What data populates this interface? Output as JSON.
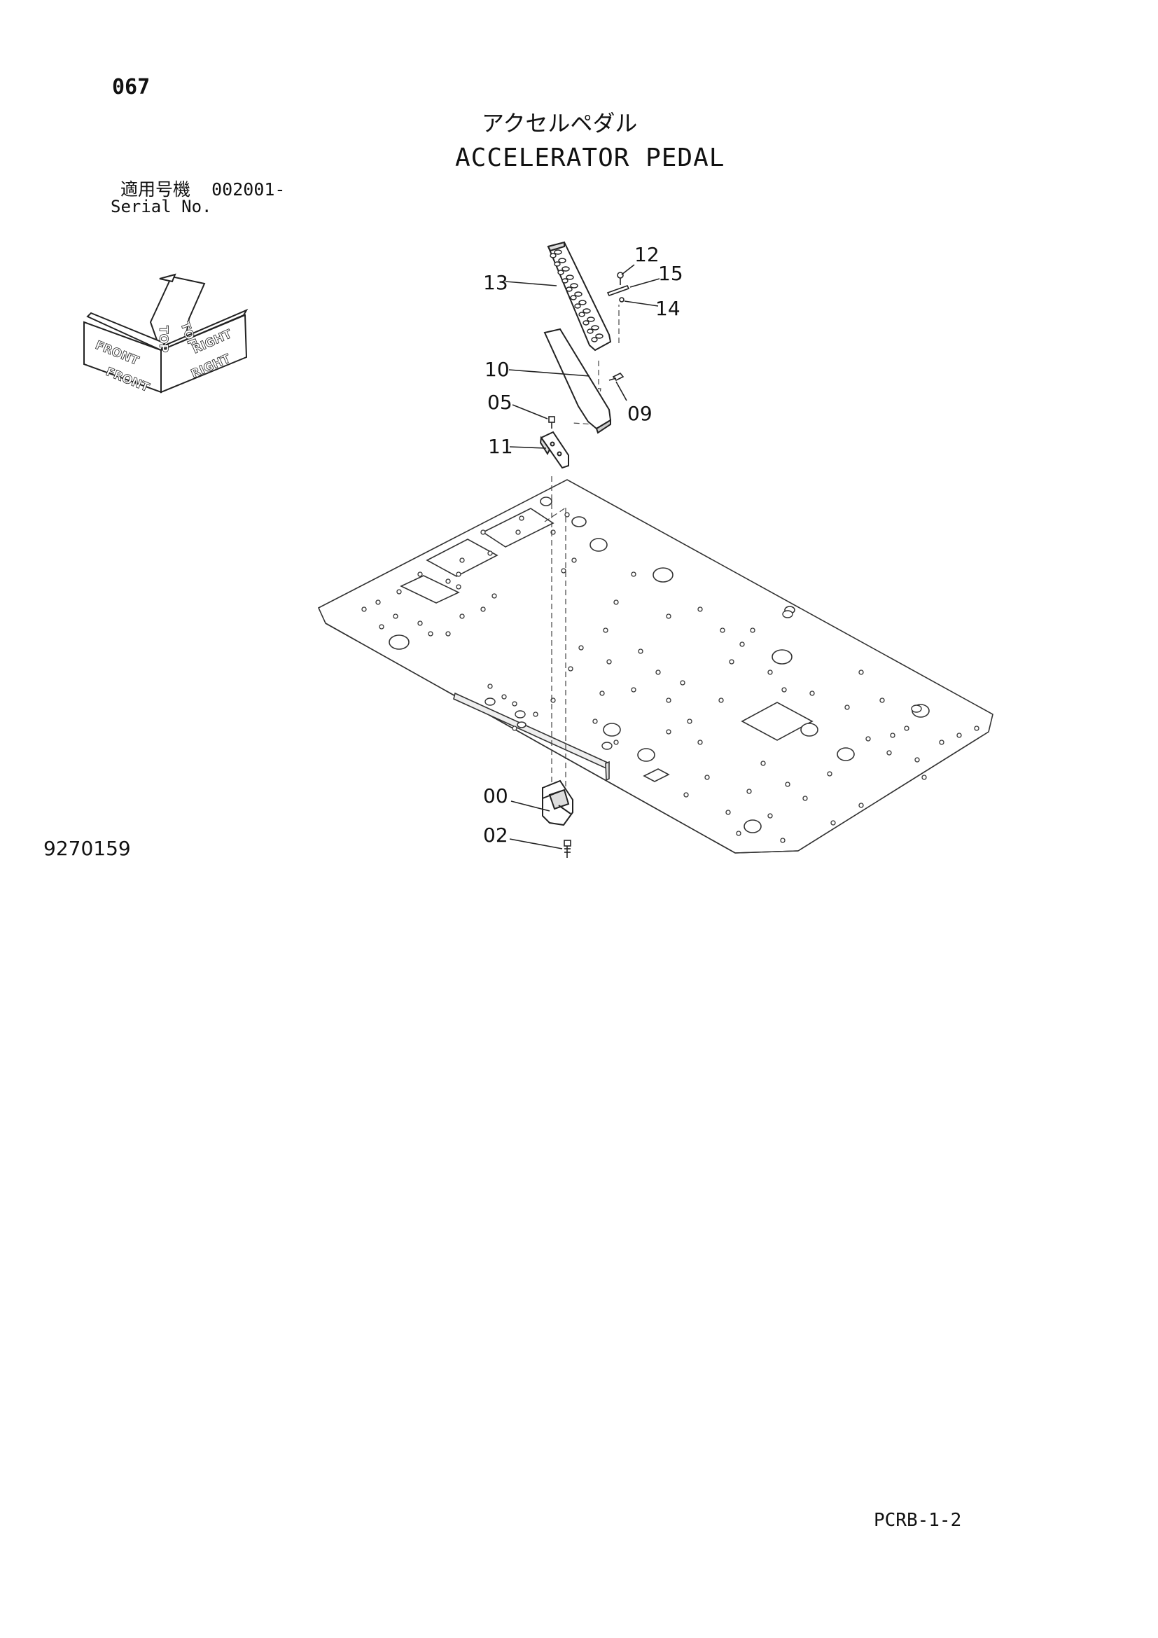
{
  "header": {
    "page_number": "067",
    "title_jp": "アクセルペダル",
    "title_en": "ACCELERATOR PEDAL",
    "serial_label_jp": "適用号機",
    "serial_value": "002001-",
    "serial_label_en": "Serial No."
  },
  "orientation": {
    "front": "FRONT",
    "top": "TOP",
    "right": "RIGHT"
  },
  "callouts": {
    "c00": "00",
    "c02": "02",
    "c05": "05",
    "c09": "09",
    "c10": "10",
    "c11": "11",
    "c12": "12",
    "c13": "13",
    "c14": "14",
    "c15": "15"
  },
  "footer": {
    "drawing_number": "9270159",
    "sheet_code": "PCRB-1-2"
  }
}
